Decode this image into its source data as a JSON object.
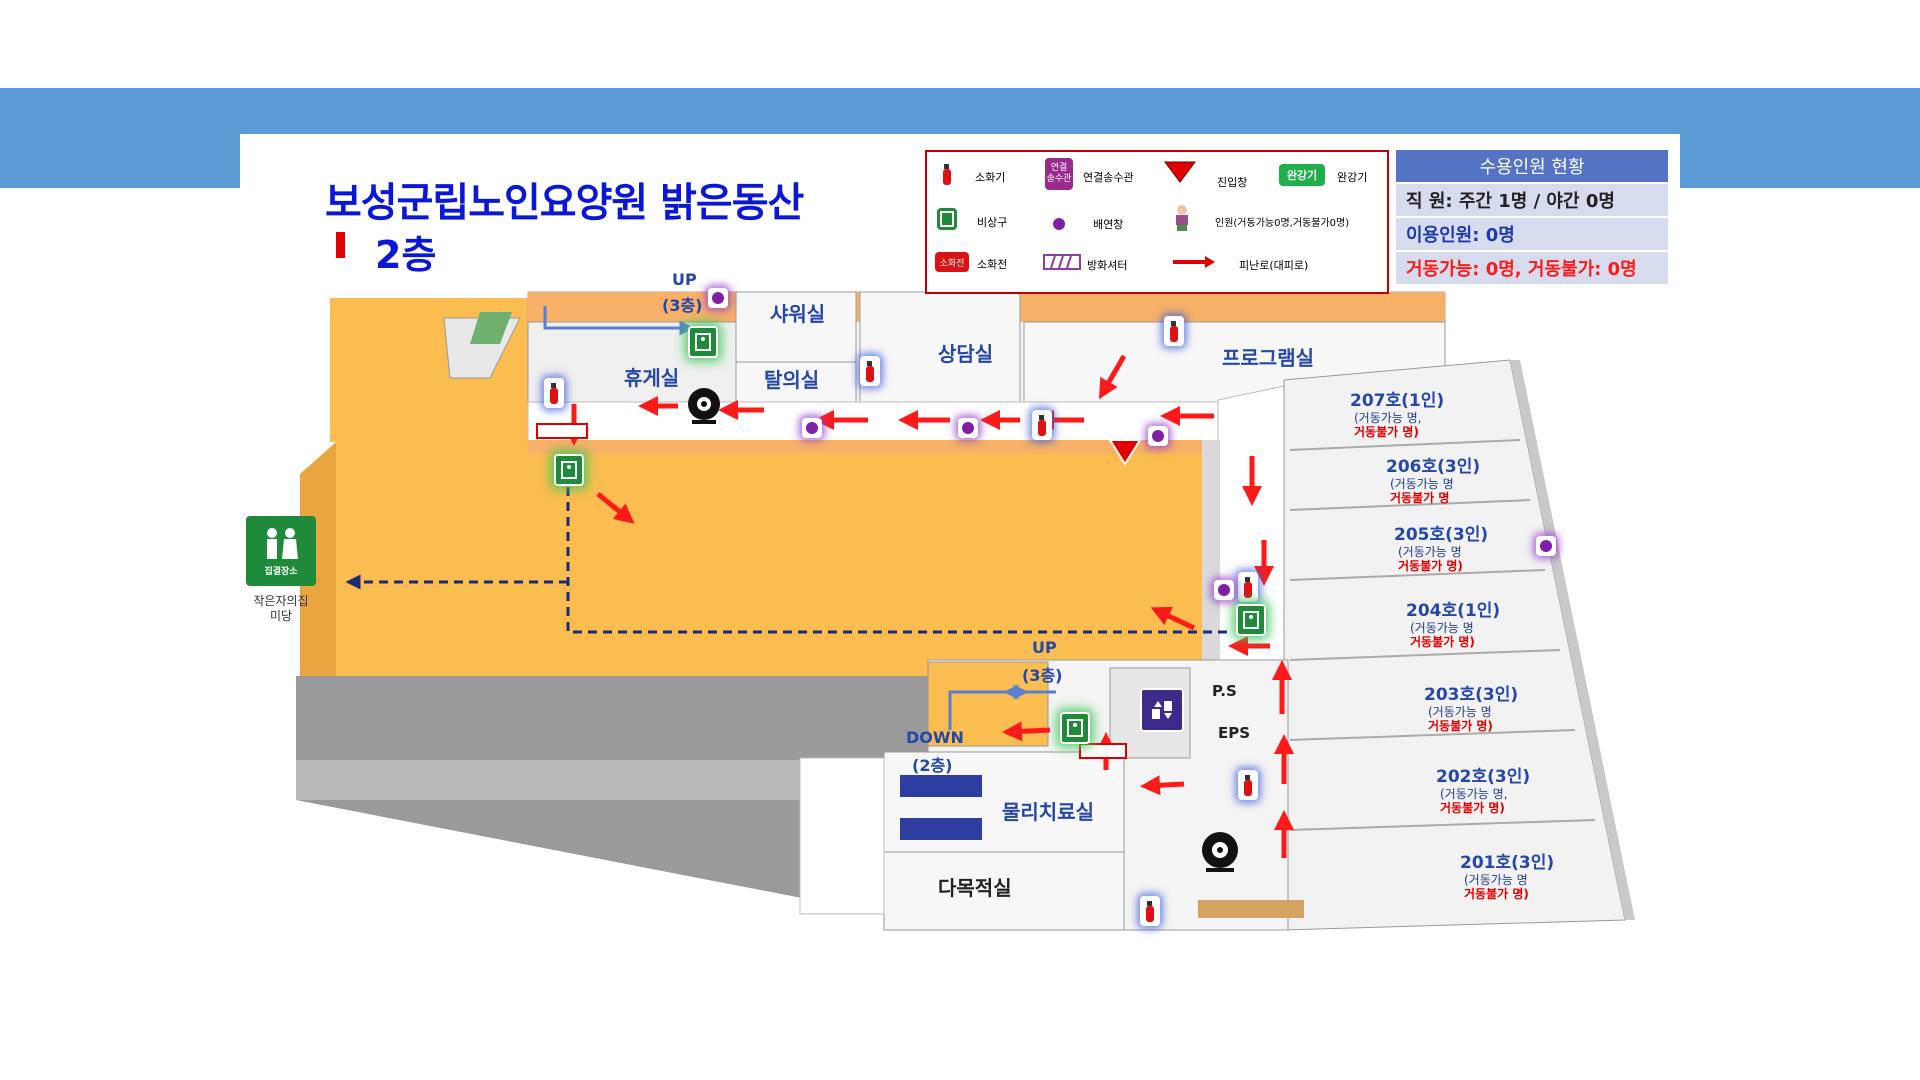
{
  "header": {
    "title": "보성군립노인요양원 밝은동산",
    "floor": "2층"
  },
  "colors": {
    "band": "#5b9bd5",
    "title": "#0a17d6",
    "evac_route": "#ff1a1a",
    "yard": "#fbbd50",
    "status_header": "#5473c4",
    "status_row": "#d6dcee"
  },
  "legend": {
    "items": [
      {
        "icon": "extinguisher-icon",
        "label": "소화기"
      },
      {
        "icon": "standpipe-icon",
        "label": "연결송수관",
        "badge": "연결\n송수관"
      },
      {
        "icon": "entry-window-icon",
        "label": "진입창"
      },
      {
        "icon": "ventilator-icon",
        "label": "완강기",
        "badge": "완강기"
      },
      {
        "icon": "emergency-exit-icon",
        "label": "비상구"
      },
      {
        "icon": "smoke-vent-icon",
        "label": "배연창"
      },
      {
        "icon": "person-icon",
        "label": "인원(거동가능0명,거동불가0명)"
      },
      {
        "icon": "hydrant-icon",
        "label": "소화전",
        "badge": "소화전"
      },
      {
        "icon": "fire-shutter-icon",
        "label": "방화셔터"
      },
      {
        "icon": "evacuation-arrow-icon",
        "label": "피난로(대피로)"
      }
    ]
  },
  "status": {
    "header": "수용인원 현황",
    "staff": "직 원: 주간 1명 / 야간 0명",
    "residents": "이용인원: 0명",
    "mobility": "거동가능: 0명, 거동불가: 0명"
  },
  "rooms": {
    "shower": "샤워실",
    "lounge": "휴게실",
    "changing": "탈의실",
    "counsel": "상담실",
    "program": "프로그램실",
    "physio": "물리치료실",
    "multi": "다목적실",
    "ps": "P.S",
    "eps": "EPS"
  },
  "stairs": {
    "up_nw": "UP",
    "up_nw_floor": "(3층)",
    "up_center": "UP",
    "up_center_floor": "(3층)",
    "down": "DOWN",
    "down_floor": "(2층)"
  },
  "assembly": {
    "sign": "집결장소",
    "caption_line1": "작은자의집",
    "caption_line2": "미당"
  },
  "residents_rooms": [
    {
      "name": "207호(1인)",
      "can": "(거동가능   명,",
      "cannot": "거동불가   명)"
    },
    {
      "name": "206호(3인)",
      "can": "(거동가능   명",
      "cannot": "거동불가   명"
    },
    {
      "name": "205호(3인)",
      "can": "(거동가능   명",
      "cannot": "거동불가   명)"
    },
    {
      "name": "204호(1인)",
      "can": "(거동가능   명",
      "cannot": "거동불가   명)"
    },
    {
      "name": "203호(3인)",
      "can": "(거동가능   명",
      "cannot": "거동불가   명)"
    },
    {
      "name": "202호(3인)",
      "can": "(거동가능   명,",
      "cannot": "거동불가   명)"
    },
    {
      "name": "201호(3인)",
      "can": "(거동가능   명",
      "cannot": "거동불가   명)"
    }
  ]
}
